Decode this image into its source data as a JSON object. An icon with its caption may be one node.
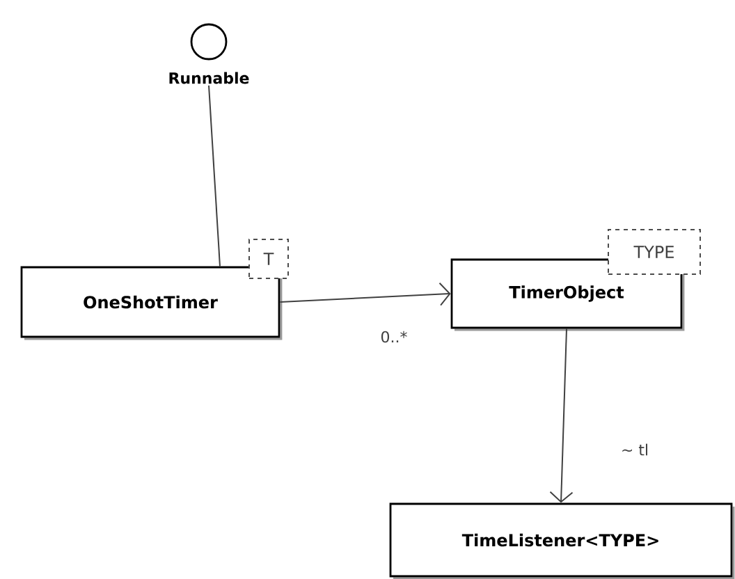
{
  "diagram": {
    "nodes": [
      {
        "text": [
          "Runnable"
        ]
      },
      {
        "text": [
          "OneShotTimer"
        ]
      },
      {
        "text": [
          "T"
        ]
      },
      {
        "text": [
          "TimerObject"
        ]
      },
      {
        "text": [
          "TYPE"
        ]
      },
      {
        "text": [
          "TimeListener<TYPE>"
        ]
      }
    ],
    "edges": [
      {
        "from": 0,
        "to": 1,
        "arrow": "none"
      },
      {
        "from": 1,
        "to": 3,
        "arrow": "to",
        "label": "0..*"
      },
      {
        "from": 3,
        "to": 5,
        "arrow": "to",
        "label": "~ tl"
      }
    ]
  }
}
